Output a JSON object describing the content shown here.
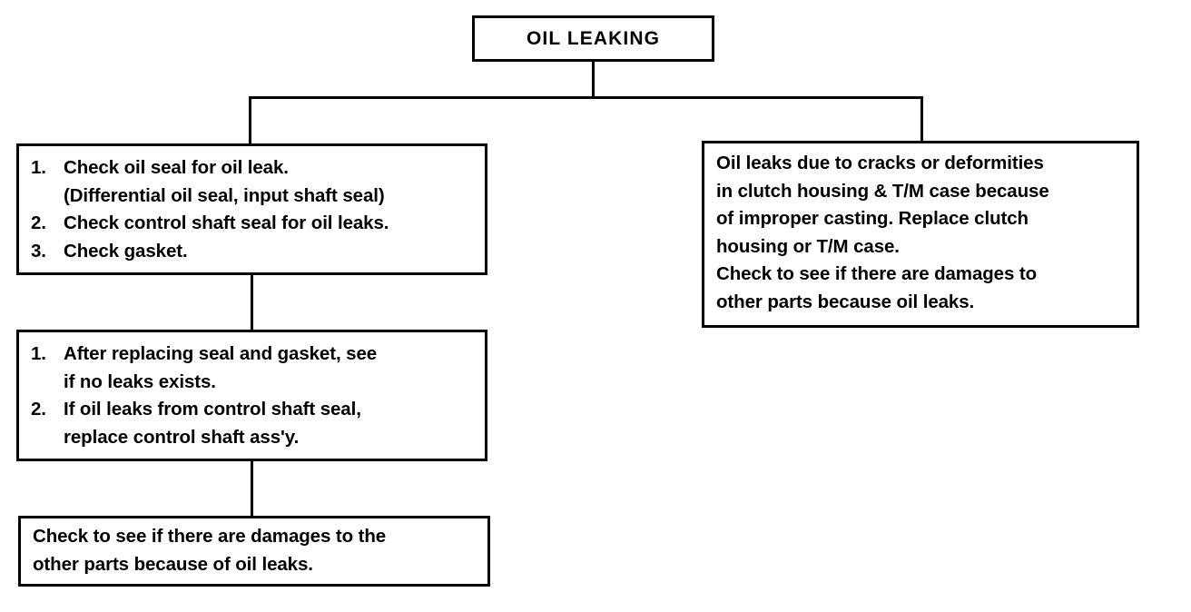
{
  "diagram": {
    "type": "troubleshooting-flowchart",
    "title_box": {
      "label": "OIL LEAKING"
    },
    "left_branch": {
      "box1": {
        "items": [
          {
            "marker": "1.",
            "text": "Check oil seal for oil leak."
          },
          {
            "continuation": "(Differential oil seal, input shaft seal)"
          },
          {
            "marker": "2.",
            "text": "Check control shaft seal for oil leaks."
          },
          {
            "marker": "3.",
            "text": "Check gasket."
          }
        ]
      },
      "box2": {
        "items": [
          {
            "marker": "1.",
            "text": "After replacing seal and gasket, see"
          },
          {
            "continuation": "if no leaks exists."
          },
          {
            "marker": "2.",
            "text": "If oil leaks from control shaft seal,"
          },
          {
            "continuation": "replace control shaft ass'y."
          }
        ]
      },
      "box3": {
        "lines": [
          "Check to see if there are damages to the",
          "other parts because of oil leaks."
        ]
      }
    },
    "right_branch": {
      "box1": {
        "lines": [
          "Oil leaks due to cracks or deformities",
          "in clutch housing & T/M case because",
          "of improper casting. Replace clutch",
          "housing or T/M case.",
          "Check to see if there are damages to",
          "other parts because oil leaks."
        ]
      }
    },
    "colors": {
      "background": "#ffffff",
      "ink": "#000000",
      "border": "#000000"
    }
  }
}
